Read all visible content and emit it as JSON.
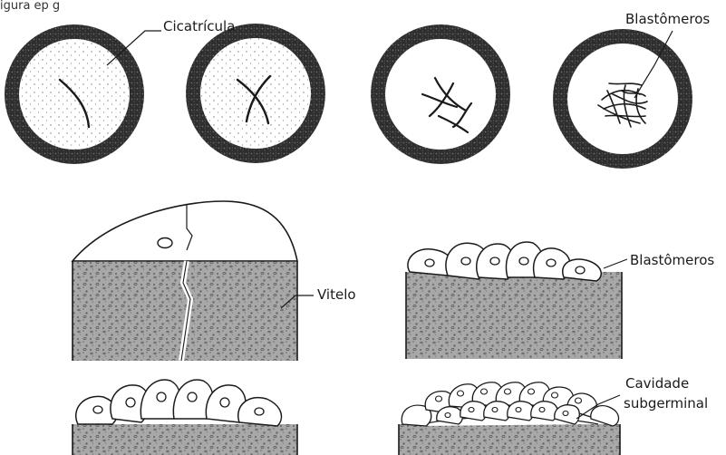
{
  "header": {
    "cut_text": "igura ep  g"
  },
  "labels": {
    "cicatricula": "Cicatrícula",
    "blastomeros_top": "Blastômeros",
    "vitelo": "Vitelo",
    "blastomeros_mid": "Blastômeros",
    "cavidade_line1": "Cavidade",
    "cavidade_line2": "subgerminal"
  },
  "colors": {
    "ink": "#1a1a1a",
    "ring": "#3a3a3a",
    "yolk": "#9a9a9a"
  }
}
